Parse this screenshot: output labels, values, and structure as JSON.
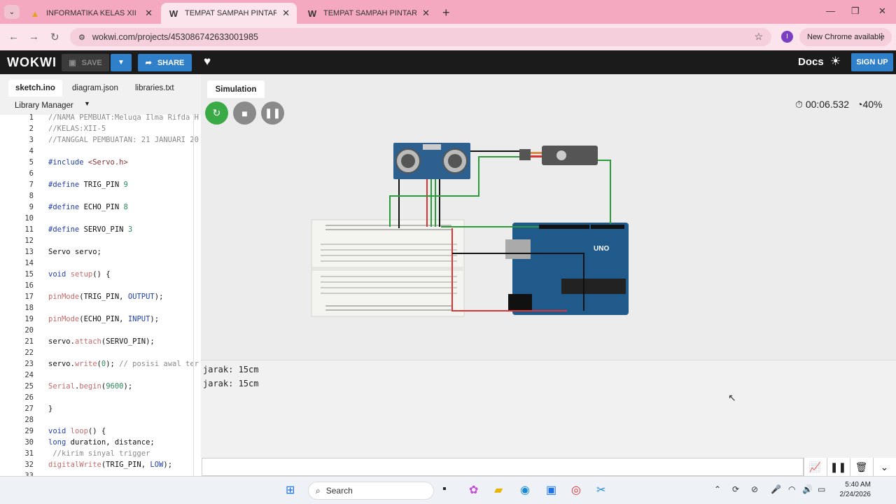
{
  "browser": {
    "tabs": [
      {
        "title": "INFORMATIKA KELAS XII",
        "icon": "classroom-icon"
      },
      {
        "title": "TEMPAT SAMPAH PINTAR - Wo",
        "icon": "wokwi-icon"
      },
      {
        "title": "TEMPAT SAMPAH PINTAR - Wo",
        "icon": "wokwi-icon"
      }
    ],
    "url": "wokwi.com/projects/453086742633001985",
    "profile_initial": "I",
    "update_label": "New Chrome available"
  },
  "wokwi": {
    "logo": "WOKWI",
    "save_label": "SAVE",
    "share_label": "SHARE",
    "docs_label": "Docs",
    "signup_label": "SIGN UP"
  },
  "editor": {
    "tabs": [
      "sketch.ino",
      "diagram.json",
      "libraries.txt"
    ],
    "library_manager": "Library Manager",
    "line_numbers": [
      "1",
      "2",
      "3",
      "4",
      "5",
      "6",
      "7",
      "8",
      "9",
      "10",
      "11",
      "12",
      "13",
      "14",
      "15",
      "16",
      "17",
      "18",
      "19",
      "20",
      "21",
      "22",
      "23",
      "24",
      "25",
      "26",
      "27",
      "28",
      "29",
      "30",
      "31",
      "32",
      "33"
    ]
  },
  "simulation": {
    "tab_label": "Simulation",
    "timer": "00:06.532",
    "speed": "40%"
  },
  "serial": {
    "lines": [
      "jarak: 15cm",
      "jarak: 15cm"
    ]
  },
  "taskbar": {
    "search_label": "Search",
    "time": "5:40 AM",
    "date": "2/24/2026"
  },
  "colors": {
    "tab_bar": "#f4a9c0",
    "wokwi_bar": "#1b1b1b",
    "accent_blue": "#2f7fc9",
    "restart_green": "#3aaa47",
    "arduino_blue": "#1f5a8a"
  }
}
